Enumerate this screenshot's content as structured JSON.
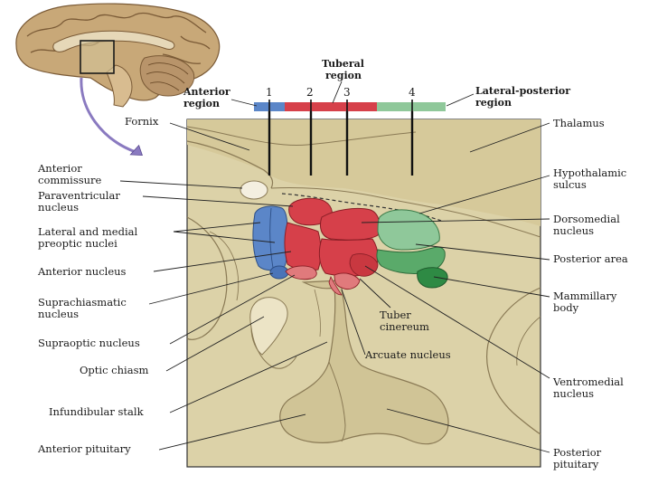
{
  "colors": {
    "anterior": "#5b86c8",
    "tuberal": "#d6404a",
    "lateral_posterior": "#8fc89a",
    "tissue": "#dcd2a8",
    "brain": "#c8a878",
    "arrow": "#8a7ac0"
  },
  "regions": {
    "anterior": [
      "Anterior",
      "region"
    ],
    "tuberal": [
      "Tuberal",
      "region"
    ],
    "lateral_posterior": [
      "Lateral-posterior",
      "region"
    ]
  },
  "section_numbers": [
    "1",
    "2",
    "3",
    "4"
  ],
  "labels": {
    "fornix": [
      "Fornix"
    ],
    "anterior_commissure": [
      "Anterior",
      "commissure"
    ],
    "paraventricular_nucleus": [
      "Paraventricular",
      "nucleus"
    ],
    "lateral_medial_preoptic": [
      "Lateral and medial",
      "preoptic nuclei"
    ],
    "anterior_nucleus": [
      "Anterior nucleus"
    ],
    "suprachiasmatic_nucleus": [
      "Suprachiasmatic",
      "nucleus"
    ],
    "supraoptic_nucleus": [
      "Supraoptic nucleus"
    ],
    "optic_chiasm": [
      "Optic chiasm"
    ],
    "infundibular_stalk": [
      "Infundibular stalk"
    ],
    "anterior_pituitary": [
      "Anterior pituitary"
    ],
    "thalamus": [
      "Thalamus"
    ],
    "hypothalamic_sulcus": [
      "Hypothalamic",
      "sulcus"
    ],
    "dorsomedial_nucleus": [
      "Dorsomedial",
      "nucleus"
    ],
    "posterior_area": [
      "Posterior area"
    ],
    "mammillary_body": [
      "Mammillary",
      "body"
    ],
    "tuber_cinereum": [
      "Tuber",
      "cinereum"
    ],
    "arcuate_nucleus": [
      "Arcuate nucleus"
    ],
    "ventromedial_nucleus": [
      "Ventromedial",
      "nucleus"
    ],
    "posterior_pituitary": [
      "Posterior",
      "pituitary"
    ]
  }
}
